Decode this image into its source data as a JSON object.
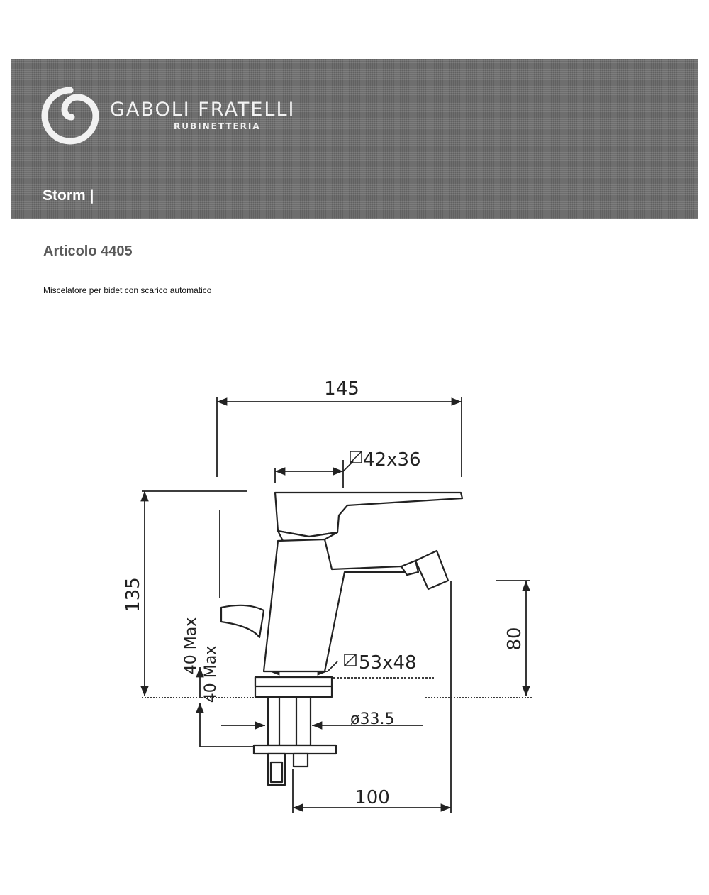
{
  "header": {
    "brand_name": "GABOLI FRATELLI",
    "brand_sub": "RUBINETTERIA",
    "collection": "Storm |",
    "banner_color": "#6e6e6e",
    "logo_icon": "spiral-logo-icon"
  },
  "article": {
    "title": "Articolo 4405",
    "description": "Miscelatore per bidet con scarico automatico"
  },
  "drawing": {
    "dim_total_width": "145",
    "dim_lever_size": "42x36",
    "dim_total_height": "135",
    "dim_spout_height": "80",
    "dim_base_size": "53x48",
    "dim_max_top": "40 Max",
    "dim_max_bottom": "40 Max",
    "dim_shank_diameter": "ø33.5",
    "dim_reach": "100"
  }
}
